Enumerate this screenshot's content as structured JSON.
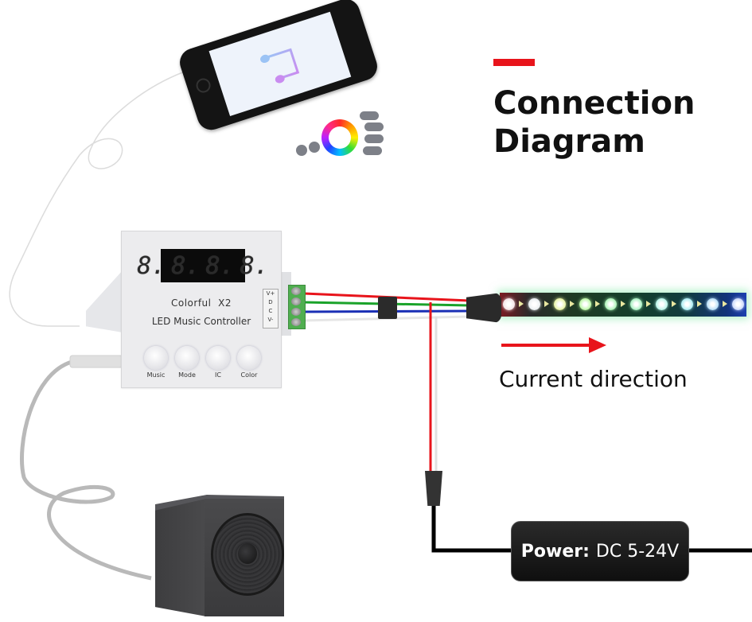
{
  "title": {
    "line1": "Connection",
    "line2": "Diagram",
    "accent_color": "#e8141b"
  },
  "controller": {
    "display_digits": [
      "8.",
      "8.",
      "8.",
      "8."
    ],
    "name_line1": "Colorful  X2",
    "name_line2": "LED Music Controller",
    "buttons": [
      {
        "label": "Music"
      },
      {
        "label": "Mode"
      },
      {
        "label": "IC"
      },
      {
        "label": "Color"
      }
    ],
    "terminal_labels": [
      "V+",
      "D",
      "C",
      "V-"
    ]
  },
  "wires": {
    "colors": [
      "#e8141b",
      "#1aa32a",
      "#1a2fb5",
      "#ffffff"
    ]
  },
  "strip": {
    "led_colors": [
      "#f4e3e6",
      "#e9eef0",
      "#e6f2a0",
      "#b8f5a2",
      "#a9f2b4",
      "#a6f0c0",
      "#b7f5e8",
      "#a9ecf2",
      "#b4def8",
      "#c9d8fb"
    ]
  },
  "current": {
    "label": "Current direction"
  },
  "power": {
    "label": "Power:",
    "value": "DC 5-24V"
  },
  "devices": {
    "phone_icon": "music-note-icon",
    "remote_icon": "color-wheel-icon",
    "speaker_icon": "speaker-icon"
  }
}
